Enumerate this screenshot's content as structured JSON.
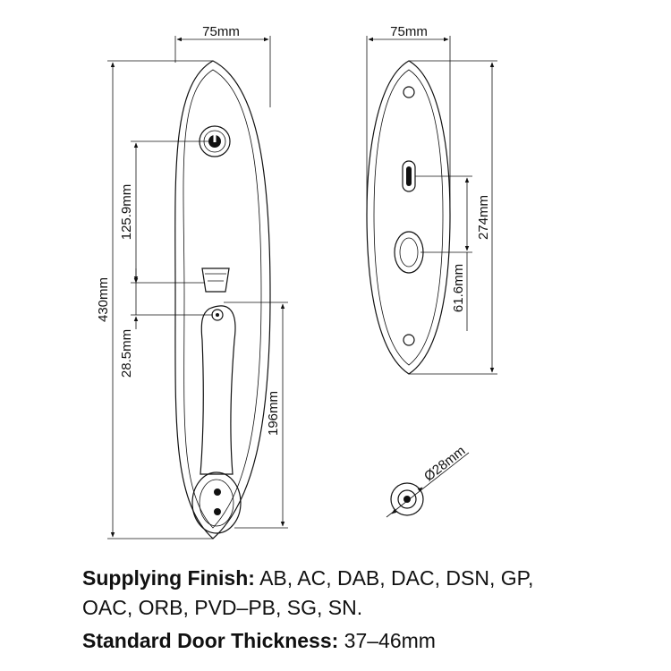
{
  "front_view": {
    "width_label": "75mm",
    "height_label": "430mm",
    "cylinder_to_thumb_label": "125.9mm",
    "thumb_to_handle_label": "28.5mm",
    "handle_length_label": "196mm"
  },
  "back_view": {
    "width_label": "75mm",
    "height_label": "274mm",
    "spindle_spacing_label": "61.6mm"
  },
  "rose": {
    "diameter_label": "Ø28mm"
  },
  "specs": {
    "finish_heading": "Supplying Finish:",
    "finish_values_line1": "AB, AC, DAB, DAC, DSN, GP,",
    "finish_values_line2": "OAC, ORB, PVD–PB, SG, SN.",
    "thickness_heading": "Standard Door Thickness:",
    "thickness_value": "37–46mm"
  }
}
